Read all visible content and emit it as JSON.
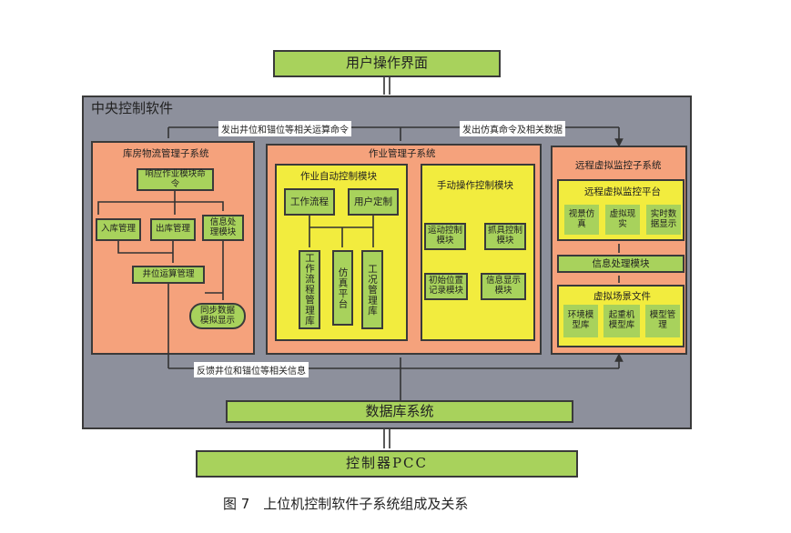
{
  "top": {
    "ui": "用户操作界面"
  },
  "central": {
    "title": "中央控制软件",
    "cmd_label": "发出井位和锚位等相关运算命令",
    "sim_label": "发出仿真命令及相关数据",
    "feedback_label": "反馈井位和锚位等相关信息"
  },
  "warehouse": {
    "title": "库房物流管理子系统",
    "respond": "响应作业模块命令",
    "in": "入库管理",
    "out": "出库管理",
    "info": "信息处理模块",
    "well": "井位运算管理",
    "sync": "同步数据模拟显示"
  },
  "job": {
    "title": "作业管理子系统",
    "auto": {
      "title": "作业自动控制模块",
      "flow": "工作流程",
      "custom": "用户定制",
      "flowlib": "工作流程管理库",
      "sim": "仿真平台",
      "cond": "工况管理库"
    },
    "manual": {
      "title": "手动操作控制模块",
      "motion": "运动控制模块",
      "grip": "抓具控制模块",
      "init": "初始位置记录模块",
      "display": "信息显示模块"
    }
  },
  "remote": {
    "title": "远程虚拟监控子系统",
    "platform": {
      "title": "远程虚拟监控平台",
      "items": [
        "视景仿真",
        "虚拟现实",
        "实时数据显示"
      ]
    },
    "info": "信息处理模块",
    "scene": {
      "title": "虚拟场景文件",
      "items": [
        "环境模型库",
        "起重机模型库",
        "模型管理"
      ]
    }
  },
  "db": "数据库系统",
  "pcc": "控制器PCC",
  "caption": "图 7　上位机控制软件子系统组成及关系"
}
